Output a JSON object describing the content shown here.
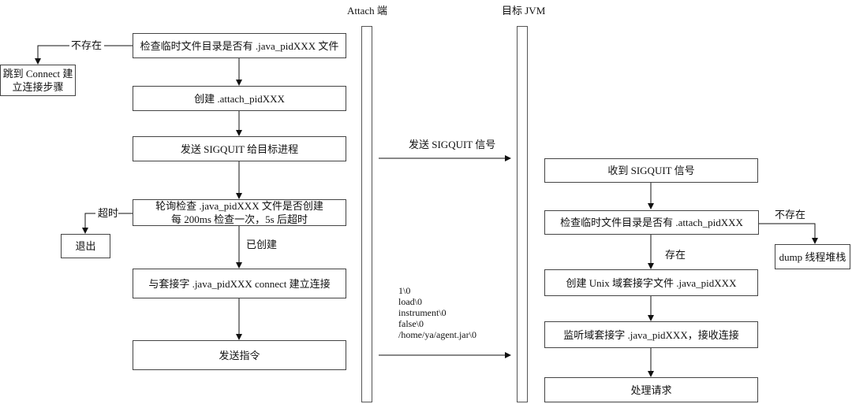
{
  "lanes": {
    "attach_title": "Attach 端",
    "target_title": "目标 JVM"
  },
  "left_flow": {
    "check_dir": "检查临时文件目录是否有 .java_pidXXX 文件",
    "create_attach": "创建 .attach_pidXXX",
    "send_sigquit": "发送 SIGQUIT 给目标进程",
    "poll_line1": "轮询检查 .java_pidXXX 文件是否创建",
    "poll_line2": "每 200ms 检查一次，5s 后超时",
    "connect": "与套接字 .java_pidXXX  connect 建立连接",
    "send_cmd": "发送指令"
  },
  "left_branches": {
    "not_exist_label": "不存在",
    "jump_line1": "跳到 Connect 建",
    "jump_line2": "立连接步骤",
    "timeout_label": "超时",
    "exit": "退出",
    "created_label": "已创建"
  },
  "messages": {
    "signal": "发送 SIGQUIT 信号",
    "payload": [
      "1\\0",
      "load\\0",
      "instrument\\0",
      "false\\0",
      "/home/ya/agent.jar\\0"
    ]
  },
  "right_flow": {
    "recv_sigquit": "收到 SIGQUIT 信号",
    "check_attach": "检查临时文件目录是否有 .attach_pidXXX",
    "create_socket": "创建 Unix 域套接字文件 .java_pidXXX",
    "listen": "监听域套接字 .java_pidXXX，接收连接",
    "handle": "处理请求"
  },
  "right_branches": {
    "not_exist_label": "不存在",
    "dump": "dump 线程堆栈",
    "exist_label": "存在"
  }
}
